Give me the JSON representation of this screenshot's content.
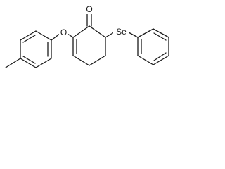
{
  "molecule": {
    "atoms": {
      "oxygen_carbonyl": "O",
      "oxygen_ether": "O",
      "selenium": "Se"
    },
    "colors": {
      "bond": "#1a1a1a",
      "background": "#ffffff"
    }
  }
}
